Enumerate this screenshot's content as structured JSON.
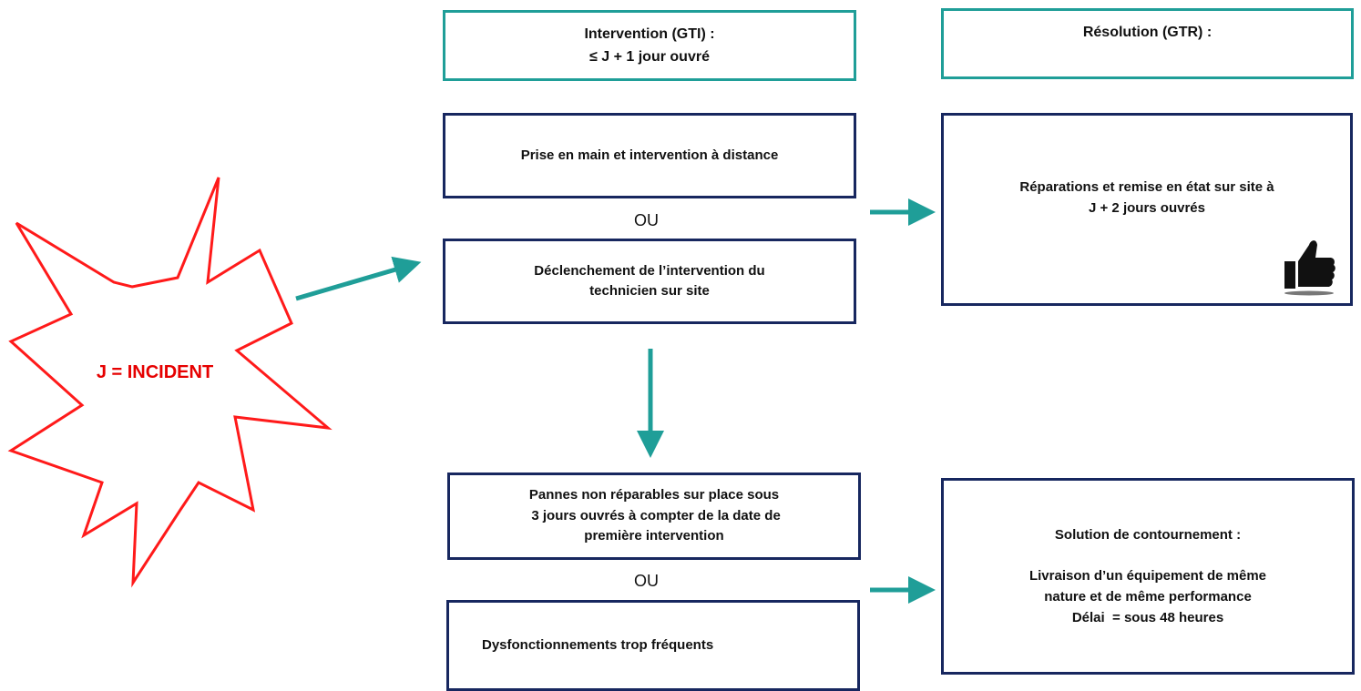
{
  "incident": {
    "label": "J = INCIDENT"
  },
  "headers": {
    "gti": {
      "line1": "Intervention (GTI) :",
      "line2": "≤ J + 1 jour ouvré"
    },
    "gtr": {
      "line1": "Résolution (GTR) :"
    }
  },
  "gti_boxes": {
    "remote": "Prise en main et intervention à distance",
    "onsite": {
      "line1": "Déclenchement de l’intervention du",
      "line2": "technicien sur site"
    },
    "unrepairable": {
      "line1": "Pannes non réparables sur place sous",
      "line2": " 3 jours ouvrés à compter de la date de",
      "line3": "première intervention"
    },
    "frequent": "Dysfonctionnements trop fréquents"
  },
  "connectors": {
    "ou_top": "OU",
    "ou_bottom": "OU"
  },
  "gtr_boxes": {
    "repair": {
      "line1": "Réparations et remise en état sur site à",
      "line2": "J + 2 jours ouvrés"
    },
    "workaround": {
      "title": "Solution de contournement :",
      "line1": "Livraison d’un équipement de même",
      "line2": "nature et de même performance",
      "line3": "Délai  = sous 48 heures"
    }
  },
  "icons": {
    "approval": "thumbs-up-icon",
    "incident_shape": "explosion-star-icon"
  },
  "colors": {
    "teal": "#1f9e98",
    "navy": "#17275f",
    "incident": "#e60000"
  }
}
